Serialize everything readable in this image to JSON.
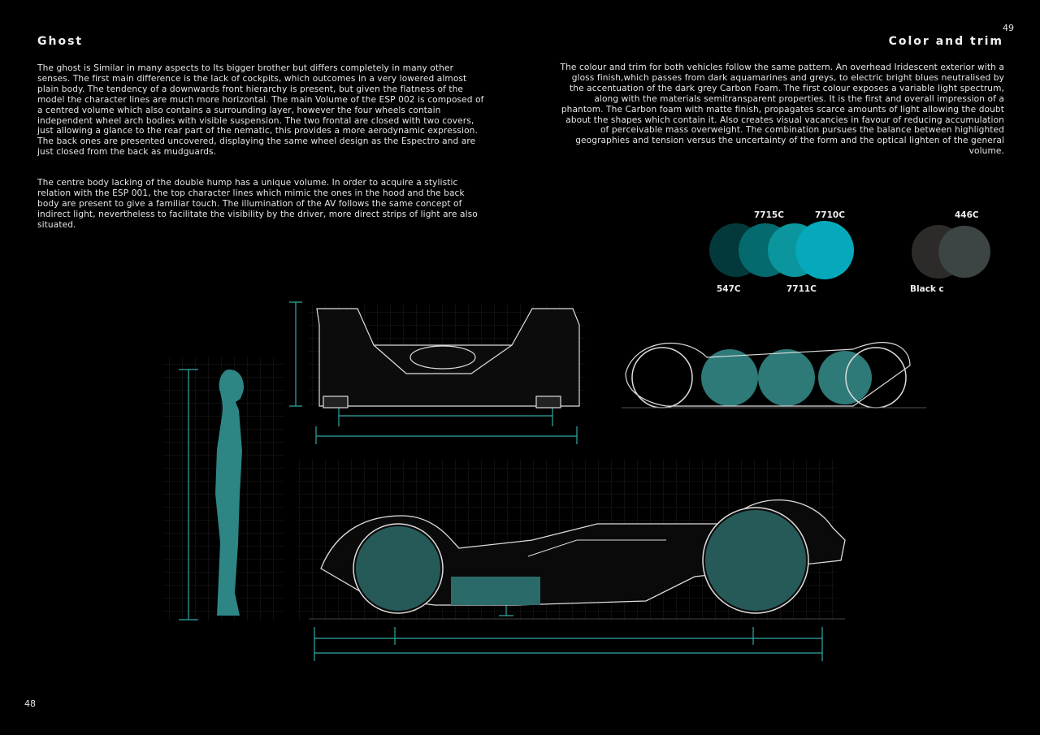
{
  "left": {
    "title": "Ghost",
    "paragraphs": [
      "The ghost is Similar in many aspects to Its bigger brother but differs completely in many other senses. The first main difference is the lack of cockpits, which outcomes in a very lowered almost plain body. The tendency of a downwards front hierarchy is present, but given the flatness of the model the character lines are much more horizontal. The main Volume of the ESP 002 is composed of a centred volume which also contains a surrounding layer, however the four wheels contain independent wheel arch bodies with visible suspension. The two frontal are closed with two covers, just allowing a glance to the rear part of the nematic, this provides a more aerodynamic expression. The back ones are presented uncovered, displaying the same wheel design as the Espectro and are just closed from the back as mudguards.",
      "The centre body lacking of the double hump has a unique volume. In order to acquire a stylistic relation with the ESP 001, the top character lines which mimic the ones in the hood and the back body are present to give a familiar touch. The illumination of the AV follows the same concept of indirect light, nevertheless to facilitate the visibility by the driver, more direct strips of light are also situated."
    ],
    "page_number": "48"
  },
  "right": {
    "title": "Color and trim",
    "paragraph": "The colour and trim for both vehicles follow the same pattern. An overhead Iridescent exterior with a gloss finish,which passes from dark aquamarines and greys, to electric bright blues neutralised by the accentuation of the dark grey Carbon Foam. The first  colour exposes a variable light spectrum, along with the materials semitransparent properties. It is the first and overall impression of a phantom. The Carbon foam with matte finish, propagates scarce amounts of light allowing the doubt about the shapes which contain it. Also creates visual vacancies in favour of reducing accumulation of perceivable mass overweight.  The combination pursues the balance between highlighted geographies and tension versus the uncertainty of the form and the optical lighten of the general volume.",
    "page_number": "49"
  },
  "swatches": [
    {
      "label": "547C",
      "color": "#03393a"
    },
    {
      "label": "7715C",
      "color": "#056a6e"
    },
    {
      "label": "7711C",
      "color": "#0a969c"
    },
    {
      "label": "7710C",
      "color": "#06a9bb"
    },
    {
      "label": "Black c",
      "color": "#2d2b29"
    },
    {
      "label": "446C",
      "color": "#3c4544"
    }
  ],
  "accent": "#2fa9a3"
}
